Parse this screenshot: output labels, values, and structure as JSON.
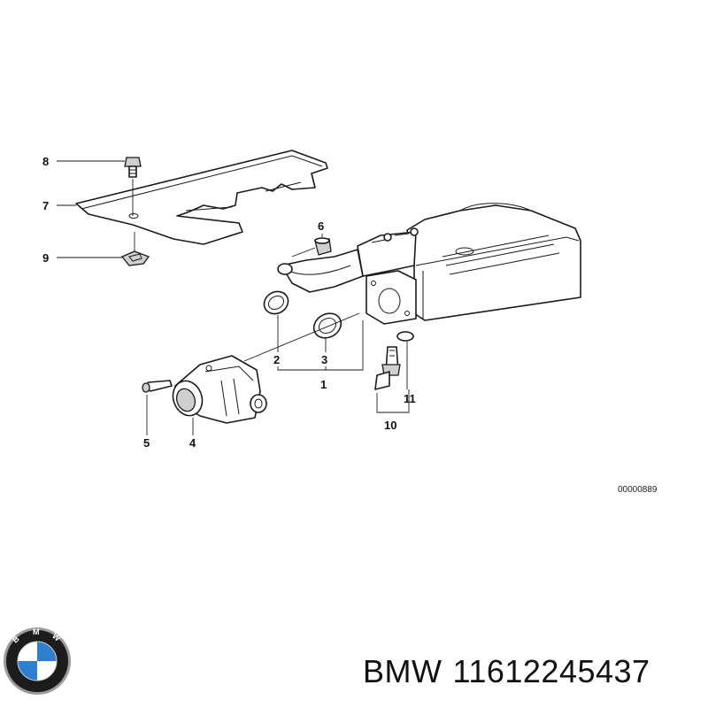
{
  "diagram": {
    "callouts": [
      {
        "id": "c1",
        "text": "1"
      },
      {
        "id": "c2",
        "text": "2"
      },
      {
        "id": "c3",
        "text": "3"
      },
      {
        "id": "c4",
        "text": "4"
      },
      {
        "id": "c5",
        "text": "5"
      },
      {
        "id": "c6",
        "text": "6"
      },
      {
        "id": "c7",
        "text": "7"
      },
      {
        "id": "c8",
        "text": "8"
      },
      {
        "id": "c9",
        "text": "9"
      },
      {
        "id": "c10",
        "text": "10"
      },
      {
        "id": "c11",
        "text": "11"
      }
    ],
    "reference_number": "00000889"
  },
  "footer": {
    "brand": "BMW",
    "part_number": "11612245437"
  },
  "logo": {
    "icon": "bmw-roundel-icon",
    "letters": "BMW",
    "colors": {
      "ring": "#1c1c1c",
      "blue": "#2f7fd0",
      "white": "#ffffff",
      "rim": "#9a9a9a"
    }
  }
}
